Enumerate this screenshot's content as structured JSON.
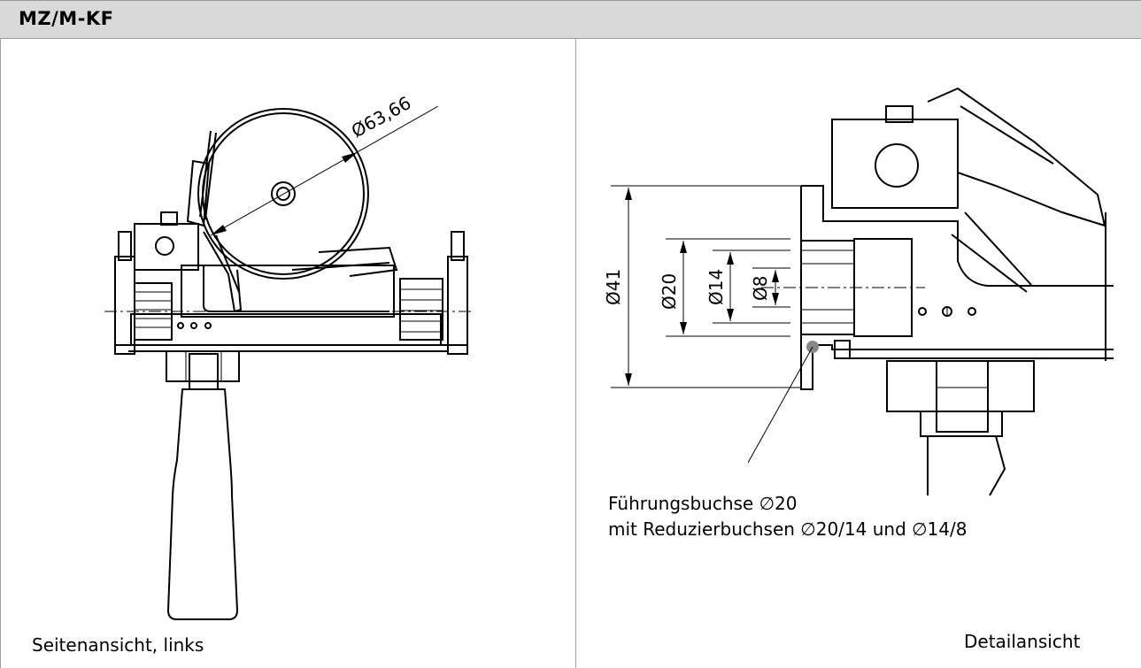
{
  "header": {
    "title": "MZ/M-KF"
  },
  "left_panel": {
    "caption": "Seitenansicht, links",
    "dimension": "Ø63,66"
  },
  "right_panel": {
    "caption": "Detailansicht",
    "dimensions": [
      "Ø41",
      "Ø20",
      "Ø14",
      "Ø8"
    ],
    "callout_line1": "Führungsbuchse ∅20",
    "callout_line2": "mit Reduzierbuchsen ∅20/14 und ∅14/8"
  }
}
